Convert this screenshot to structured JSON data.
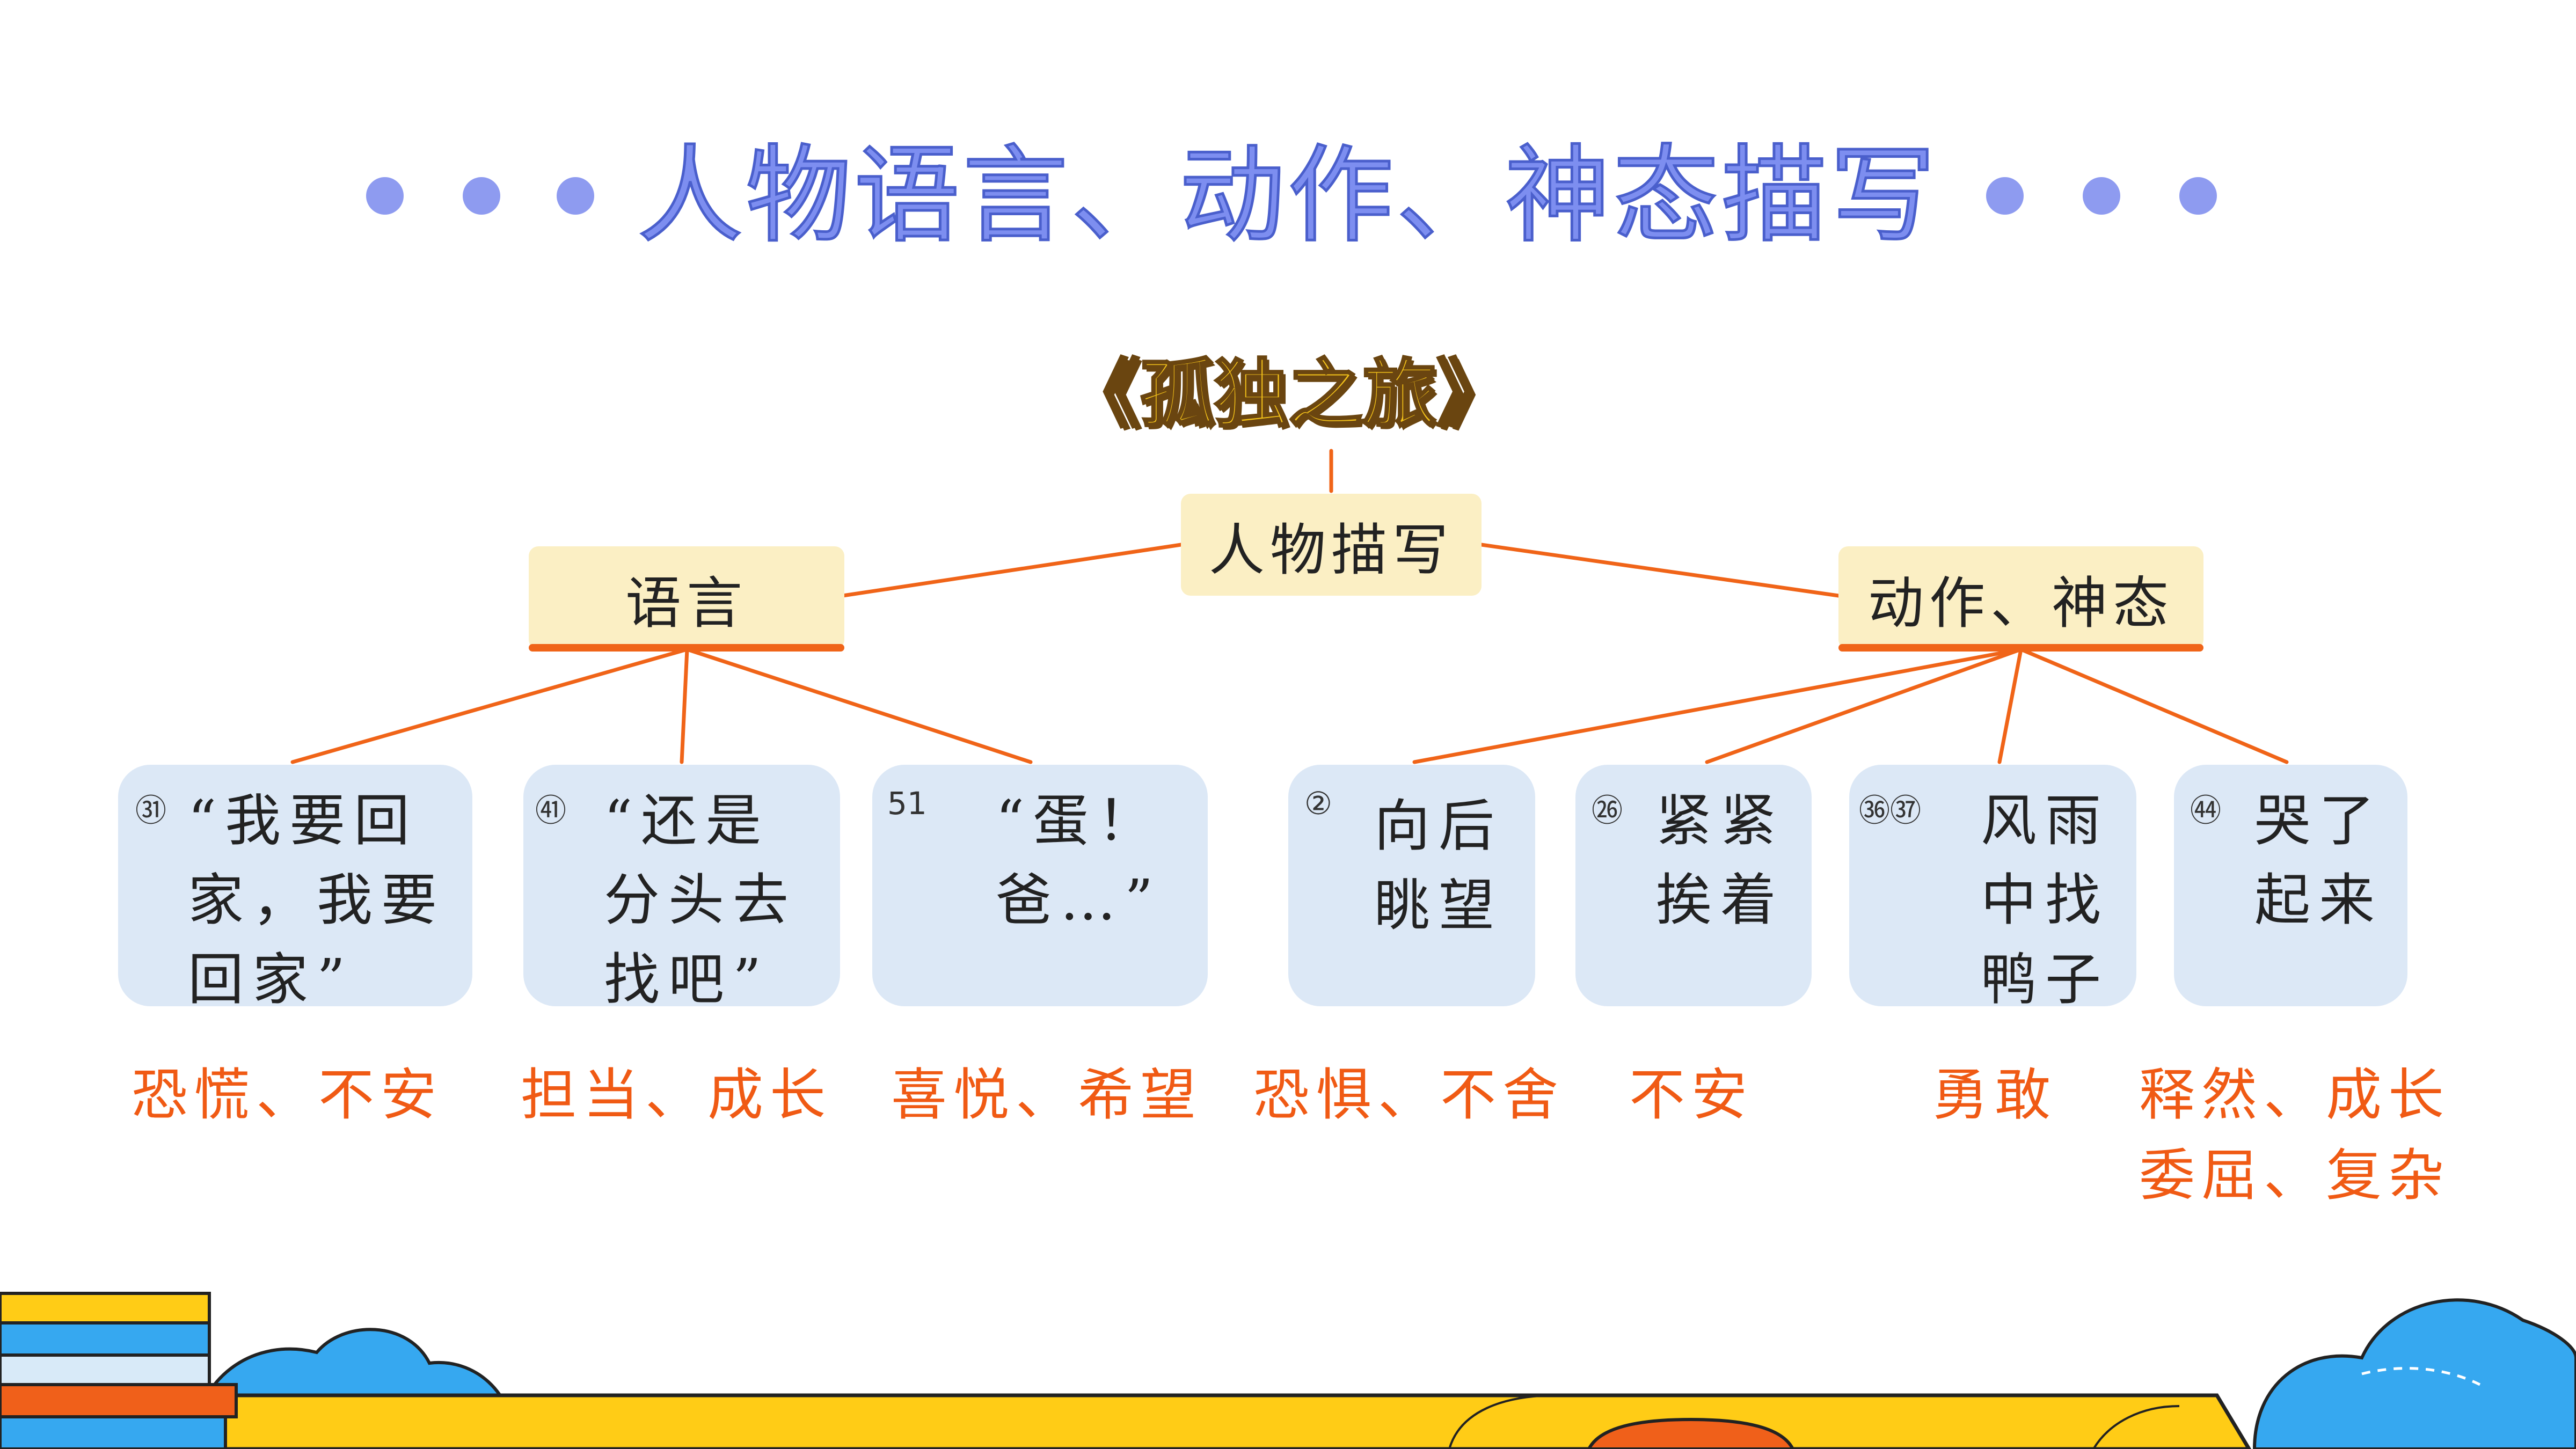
{
  "title": "人物语言、动作、神态描写",
  "book": "《孤独之旅》",
  "root": "人物描写",
  "branches": {
    "language": "语言",
    "action": "动作、神态"
  },
  "leaves": [
    {
      "num": "㉛",
      "text": "“我要回\n家，我要\n回家”",
      "feeling": "恐慌、不安"
    },
    {
      "num": "㊶",
      "text": "“还是\n分头去\n找吧”",
      "feeling": "担当、成长"
    },
    {
      "num": "51",
      "text": "“蛋！\n爸…”",
      "feeling": "喜悦、希望"
    },
    {
      "num": "②",
      "text": "向后\n眺望",
      "feeling": "恐惧、不舍"
    },
    {
      "num": "㉖",
      "text": "紧紧\n挨着",
      "feeling": "不安"
    },
    {
      "num": "㊱㊲",
      "text": "风雨\n中找\n鸭子",
      "feeling": "勇敢"
    },
    {
      "num": "㊹",
      "text": "哭了\n起来",
      "feeling": "释然、成长\n委屈、复杂"
    }
  ],
  "colors": {
    "title_fill": "#7d8ef0",
    "line": "#f06418",
    "cream_box": "#fbefc4",
    "leaf_box": "#dce8f6",
    "feeling_text": "#f05a14",
    "book_title": "#f3c21a"
  }
}
